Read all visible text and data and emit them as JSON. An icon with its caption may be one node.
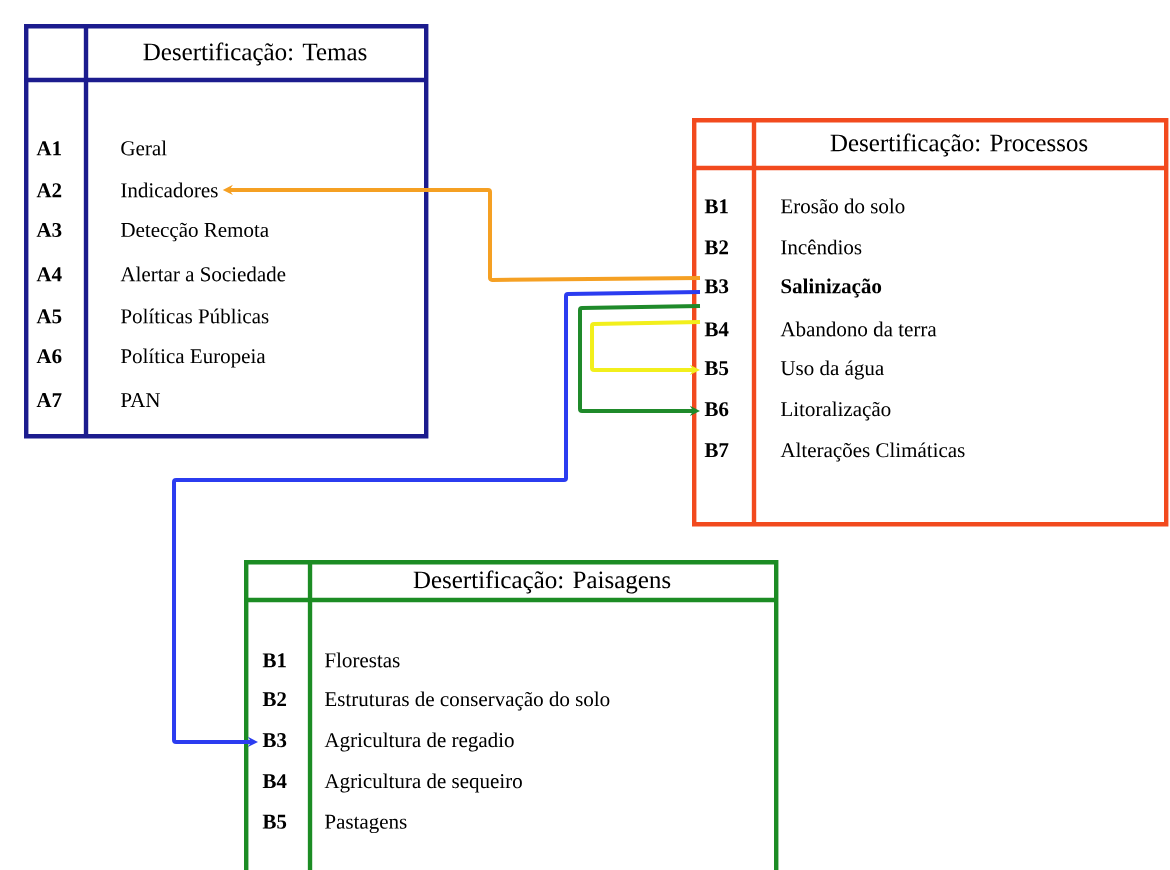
{
  "diagram": {
    "nodes": [
      {
        "text": [
          "Desertificação: Temas"
        ]
      },
      {
        "text": [
          "A1",
          "Geral"
        ],
        "in": 0
      },
      {
        "text": [
          "A2",
          "Indicadores"
        ],
        "in": 0
      },
      {
        "text": [
          "A3",
          "Detecção Remota"
        ],
        "in": 0
      },
      {
        "text": [
          "A4",
          "Alertar a Sociedade"
        ],
        "in": 0
      },
      {
        "text": [
          "A5",
          "Políticas Públicas"
        ],
        "in": 0
      },
      {
        "text": [
          "A6",
          "Política Europeia"
        ],
        "in": 0
      },
      {
        "text": [
          "A7",
          "PAN"
        ],
        "in": 0
      },
      {
        "text": [
          "Desertificação: Processos"
        ]
      },
      {
        "text": [
          "B1",
          "Erosão do solo"
        ],
        "in": 8
      },
      {
        "text": [
          "B2",
          "Incêndios"
        ],
        "in": 8
      },
      {
        "text": [
          "B3",
          "Salinização"
        ],
        "in": 8
      },
      {
        "text": [
          "B4",
          "Abandono da terra"
        ],
        "in": 8
      },
      {
        "text": [
          "B5",
          "Uso da água"
        ],
        "in": 8
      },
      {
        "text": [
          "B6",
          "Litoralização"
        ],
        "in": 8
      },
      {
        "text": [
          "B7",
          "Alterações Climáticas"
        ],
        "in": 8
      },
      {
        "text": [
          "Desertificação: Paisagens"
        ]
      },
      {
        "text": [
          "B1",
          "Florestas"
        ],
        "in": 16
      },
      {
        "text": [
          "B2",
          "Estruturas de conservação do solo"
        ],
        "in": 16
      },
      {
        "text": [
          "B3",
          "Agricultura de regadio"
        ],
        "in": 16
      },
      {
        "text": [
          "B4",
          "Agricultura de sequeiro"
        ],
        "in": 16
      },
      {
        "text": [
          "B5",
          "Pastagens"
        ],
        "in": 16
      }
    ],
    "edges": [
      {
        "from": 11,
        "to": 2,
        "arrow": "to",
        "color": "#f5a023"
      },
      {
        "from": 11,
        "to": 19,
        "arrow": "to",
        "color": "#2b3cf0"
      },
      {
        "from": 11,
        "to": 14,
        "arrow": "to",
        "color": "#1f8a2a"
      },
      {
        "from": 11,
        "to": 13,
        "arrow": "to",
        "color": "#f2ef1c"
      }
    ]
  }
}
